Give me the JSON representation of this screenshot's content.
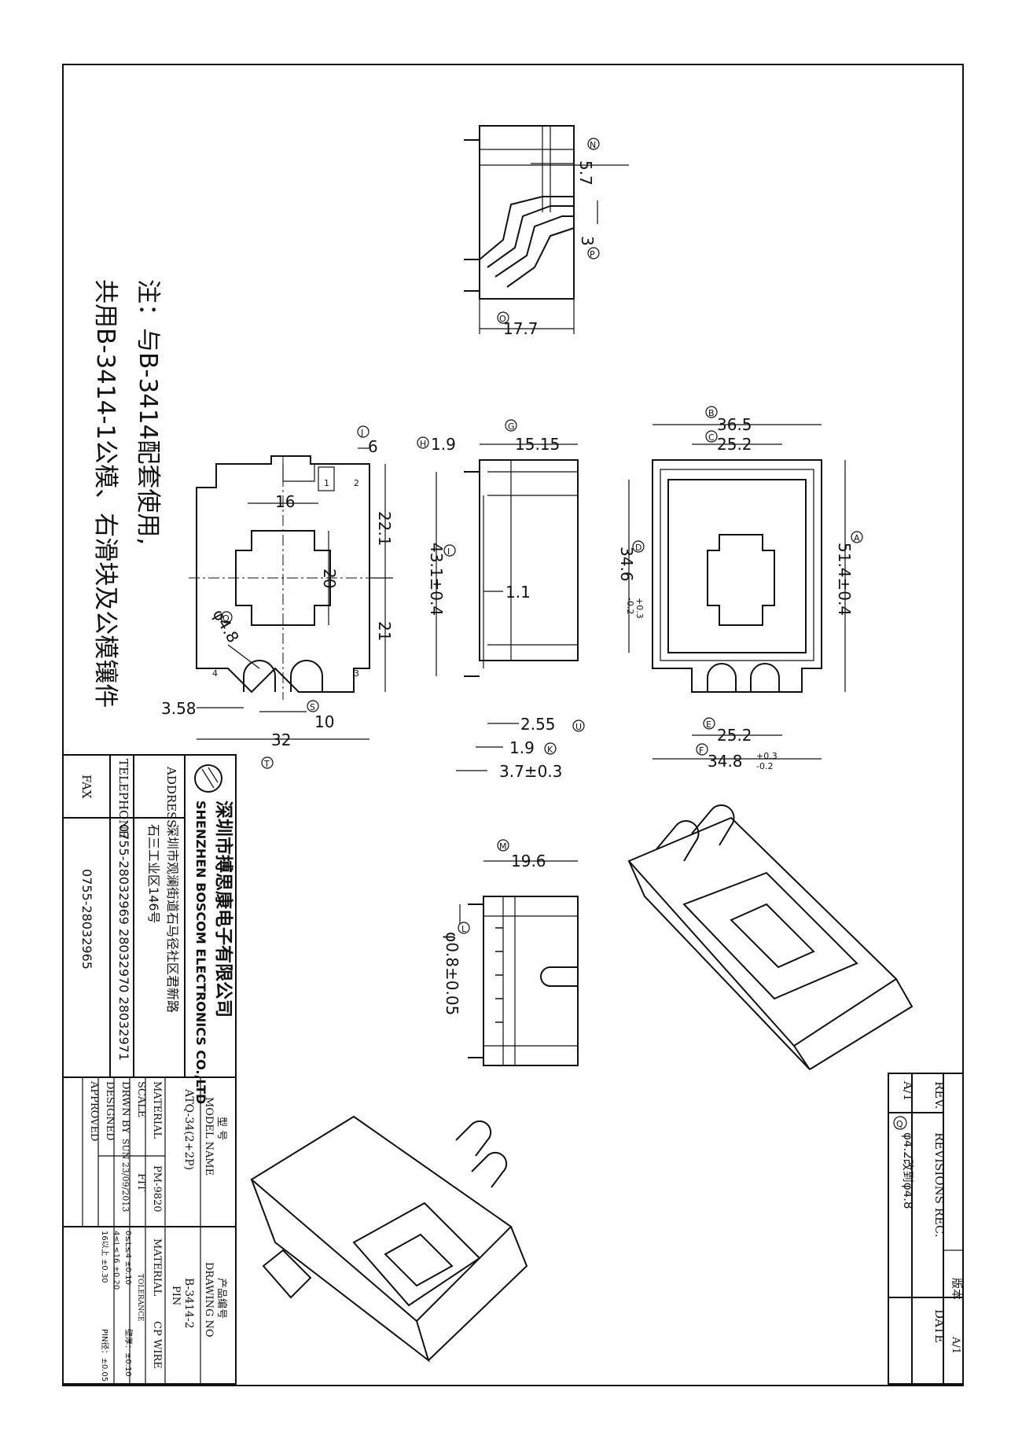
{
  "note": {
    "line1": "注：与B-3414配套使用,",
    "line2": "共用B-3414-1公模、右滑块及公模镶件"
  },
  "company": {
    "name_cn": "深圳市搏思康电子有限公司",
    "name_en": "SHENZHEN BOSCOM ELECTRONICS CO.,LTD",
    "address_label": "ADDRESS",
    "address_line1": "深圳市观澜街道石马径社区君新路",
    "address_line2": "石三工业区146号",
    "telephone_label": "TELEPHONE",
    "telephone": "0755-28032969 28032970 28032971",
    "fax_label": "FAX",
    "fax": "0755-28032965"
  },
  "title_block": {
    "model_label_cn": "型  号",
    "model_label_en": "MODEL NAME",
    "model": "ATQ-34(2+2P)",
    "drawing_label_cn": "产品编号",
    "drawing_label_en": "DRAWING NO",
    "drawing_no": "B-3414-2",
    "material_label": "MATERIAL",
    "material": "PM-9820",
    "scale_label": "SCALE",
    "scale": "FIT",
    "drwn_label": "DRWN BY",
    "drwn": "SUN  23/09/2013",
    "designed_label": "DESIGNED",
    "approved_label": "APPROVED",
    "pin_label": "PIN",
    "pin_material_label": "MATERIAL",
    "pin_material": "CP WIRE",
    "tolerance_label": "TOLERANCE",
    "tol1": "0≤L≤4    ±0.10",
    "tol2": "4≤L≤16  ±0.20",
    "tol3": "16以上    ±0.30",
    "tol4": "壁厚：±0.10",
    "tol5": "PIN径：±0.05"
  },
  "revision": {
    "header_ver_cn": "版本",
    "header_ver": "A/1",
    "rev_label": "REV.",
    "revisions_label": "REVISIONS REC.",
    "date_label": "DATE",
    "rev": "A/1",
    "rec": "φ4.2改到φ4.8",
    "rec_marker": "Q"
  },
  "dims": {
    "top_view": {
      "d1": "5.7",
      "d2": "3",
      "d3": "17.7",
      "m1": "N",
      "m2": "P",
      "m3": "O"
    },
    "front_view": {
      "d1": "6",
      "d2": "16",
      "d3": "20",
      "d4": "22.1",
      "d5": "21",
      "d6": "φ4.8",
      "d7": "3.58",
      "d8": "10",
      "d9": "32",
      "m1": "J",
      "m2": "Q",
      "m3": "S",
      "m4": "T",
      "pin1": "1",
      "pin2": "2",
      "pin3": "3",
      "pin4": "4"
    },
    "side_view": {
      "d1": "1.9",
      "d2": "15.15",
      "d3": "43.1±0.4",
      "d4": "1.1",
      "d5": "2.55",
      "d6": "1.9",
      "d7": "3.7±0.3",
      "m1": "H",
      "m2": "G",
      "m3": "I",
      "m4": "U",
      "m5": "K"
    },
    "back_view": {
      "d1": "36.5",
      "d2": "25.2",
      "d3": "34.6",
      "d3_tol_up": "+0.3",
      "d3_tol_dn": "-0.2",
      "d4": "51.4±0.4",
      "d5": "25.2",
      "d6": "34.8",
      "d6_tol_up": "+0.3",
      "d6_tol_dn": "-0.2",
      "m1": "B",
      "m2": "C",
      "m3": "D",
      "m4": "A",
      "m5": "E",
      "m6": "F"
    },
    "bottom_view": {
      "d1": "19.6",
      "d2": "φ0.8±0.05",
      "m1": "M",
      "m2": "L"
    }
  }
}
